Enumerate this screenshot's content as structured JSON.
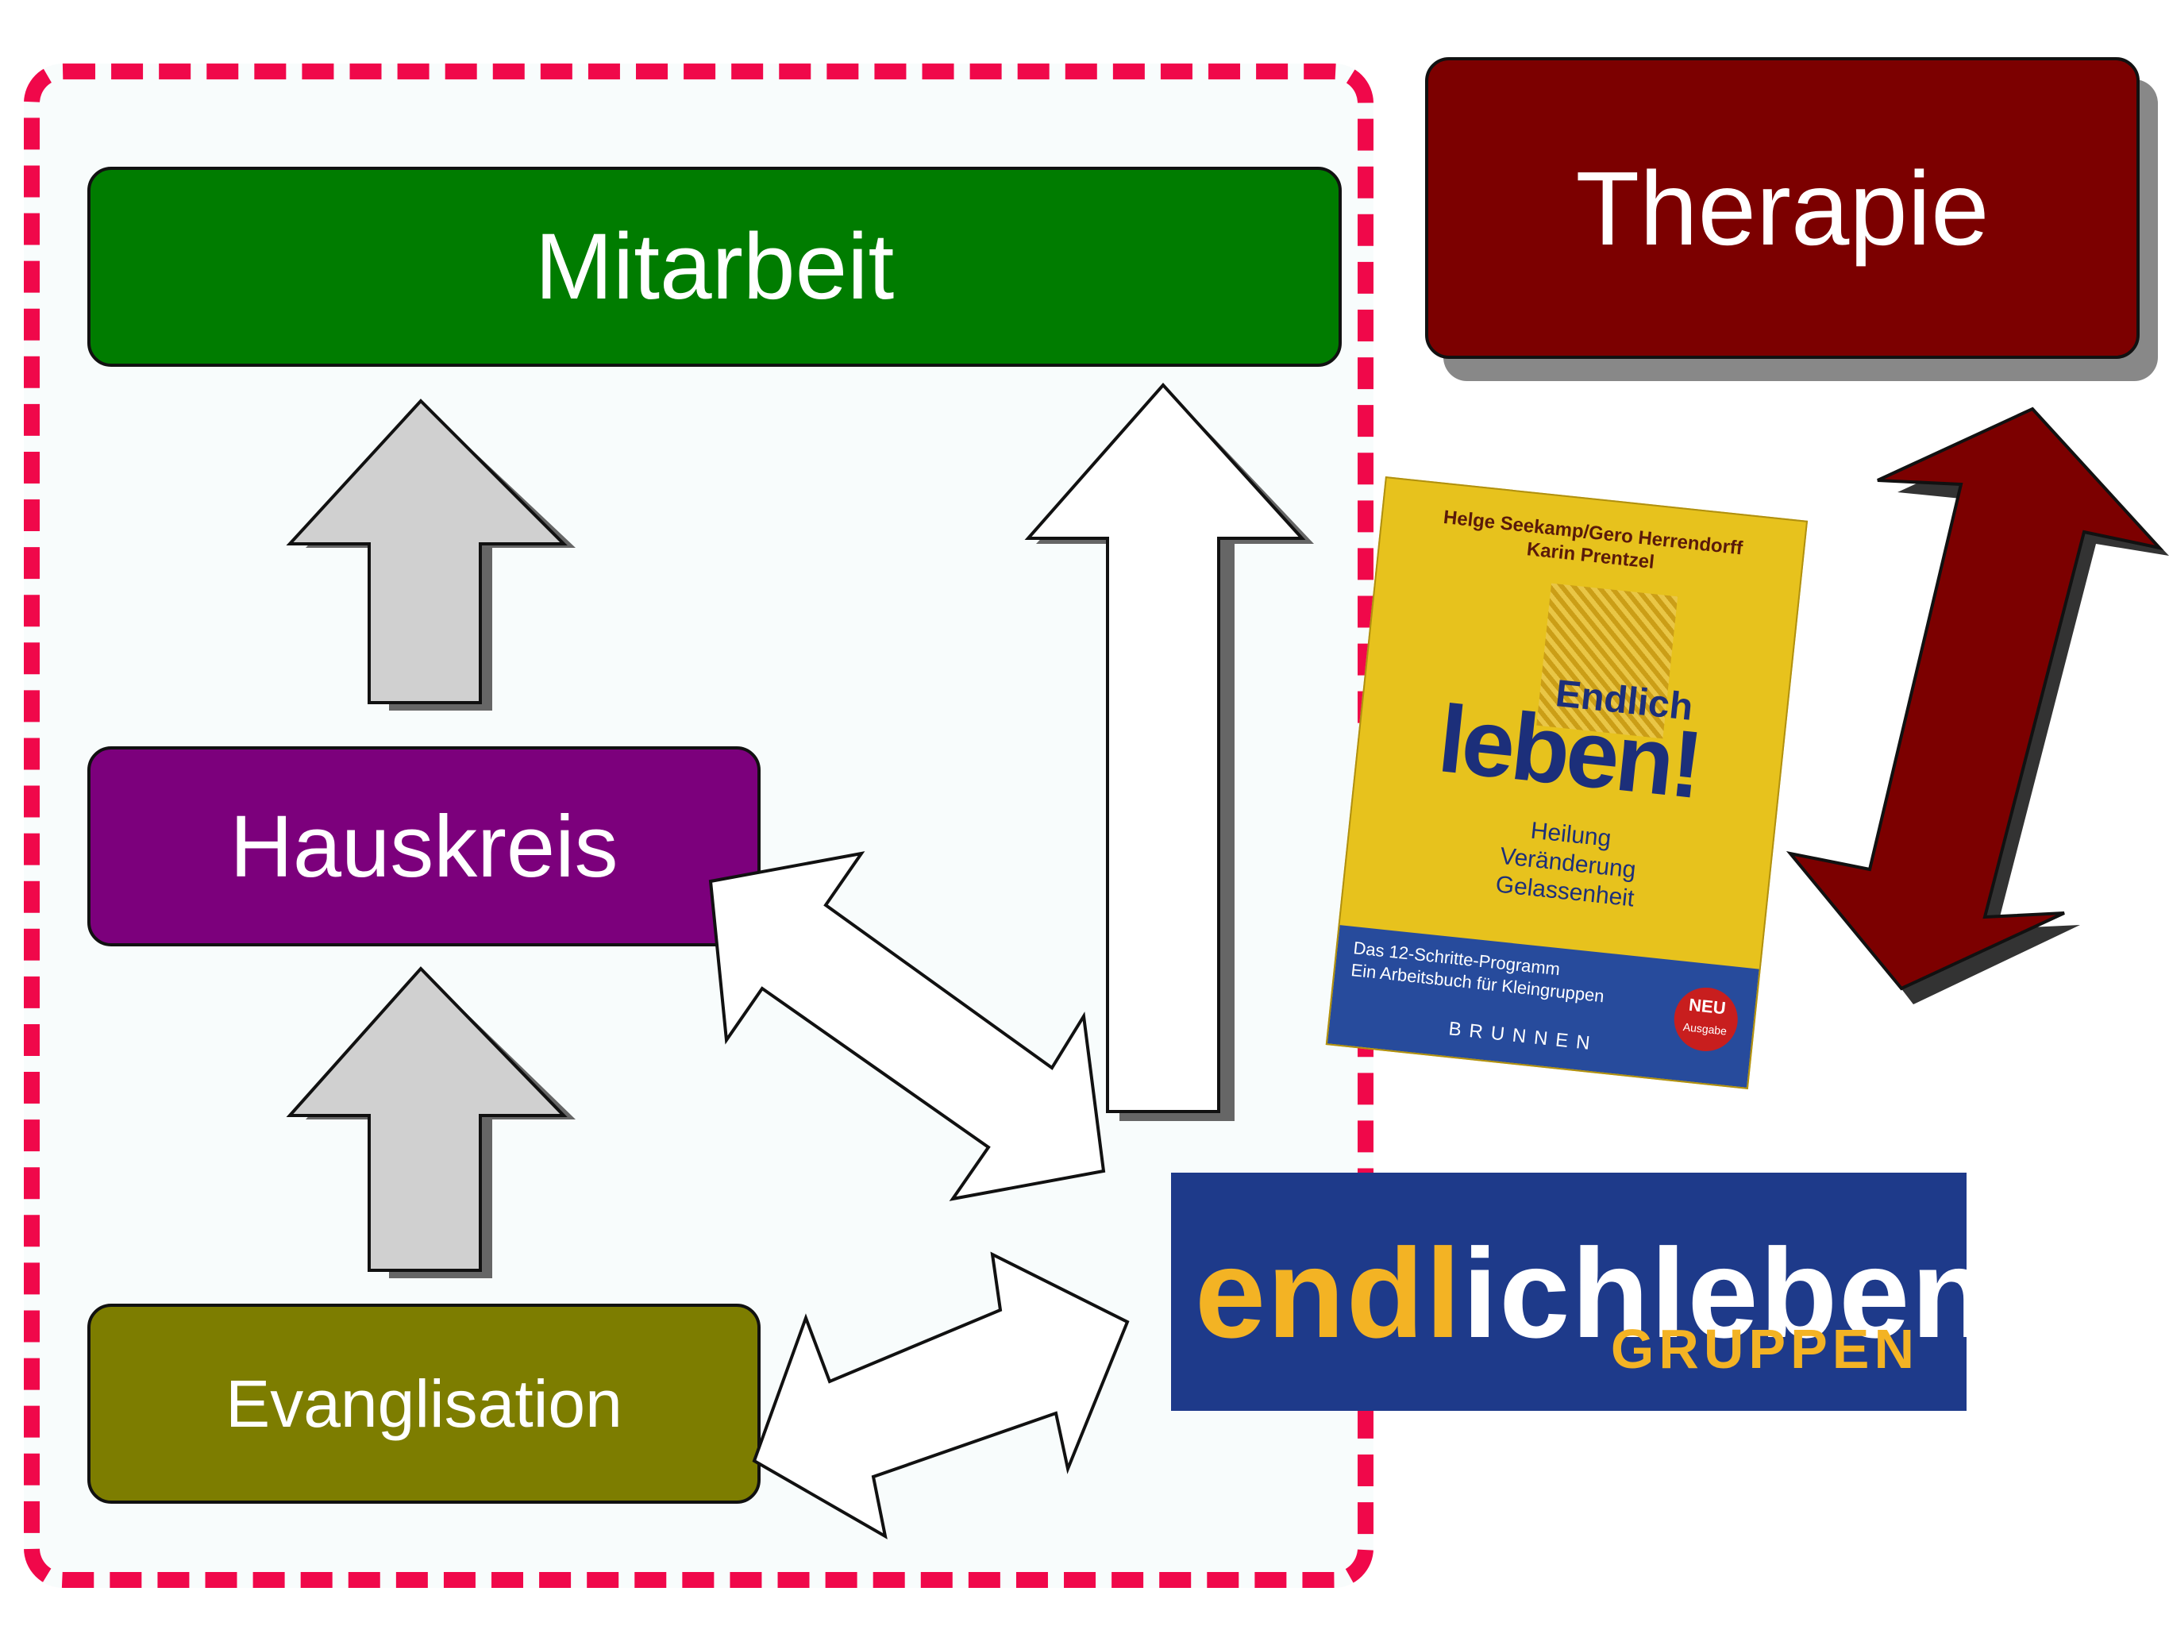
{
  "nodes": {
    "mitarbeit": "Mitarbeit",
    "hauskreis": "Hauskreis",
    "evangelisation": "Evanglisation",
    "therapie": "Therapie"
  },
  "book": {
    "authors_line1": "Helge Seekamp/Gero Herrendorff",
    "authors_line2": "Karin Prentzel",
    "title_small": "Endlich",
    "title_big": "leben!",
    "subtitle_1": "Heilung",
    "subtitle_2": "Veränderung",
    "subtitle_3": "Gelassenheit",
    "program": "Das 12-Schritte-Programm",
    "workbook": "Ein Arbeitsbuch für Kleingruppen",
    "publisher": "BRUNNEN",
    "badge": "NEU",
    "badge_sub": "Ausgabe"
  },
  "logo": {
    "part1": "endl",
    "part2": "ichleben",
    "sub": "GRUPPEN"
  },
  "colors": {
    "frame": "#f0084a",
    "mitarbeit": "#007c00",
    "hauskreis": "#7c007c",
    "evangelisation": "#7d7d00",
    "therapie": "#7c0000",
    "logo_bg": "#1e3a8a",
    "logo_yellow": "#f3b324"
  }
}
